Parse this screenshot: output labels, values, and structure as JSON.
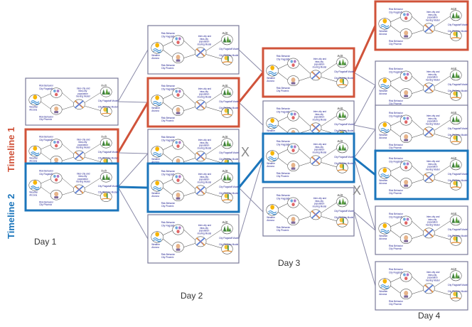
{
  "timelines": {
    "t1": {
      "label": "Timeline 1",
      "color": "#d0533a"
    },
    "t2": {
      "label": "Timeline 2",
      "color": "#1b75bb"
    }
  },
  "days": [
    "Day 1",
    "Day 2",
    "Day 3",
    "Day 4"
  ],
  "card": {
    "risk_flagstaff": "Risk Behavior\nCity Flagstaff",
    "risk_phoenix": "Risk Behavior\nCity Phoenix",
    "weather": "Weather\nArizona",
    "migration": "Inter-city and\nintra-city\npopulation\nmoving Model",
    "flag_model": "City Flagstaff Model",
    "phx_model": "City Phoenix Model"
  },
  "colors": {
    "box_default": "#7a7a9a",
    "edge": "#8a8aa8"
  }
}
